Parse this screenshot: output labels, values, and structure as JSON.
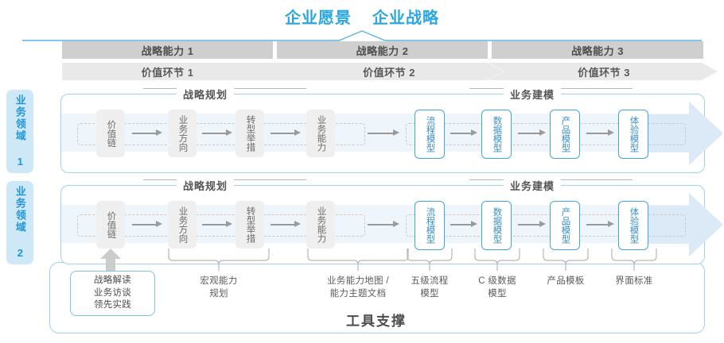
{
  "header": {
    "vision": "企业愿景",
    "strategy": "企业战略"
  },
  "capabilities": [
    {
      "label": "战略能力 1"
    },
    {
      "label": "战略能力 2"
    },
    {
      "label": "战略能力 3"
    }
  ],
  "value_chain": [
    {
      "label": "价值环节 1"
    },
    {
      "label": "价值环节 2"
    },
    {
      "label": "价值环节 3"
    }
  ],
  "domains": [
    {
      "label": "业务领域 1"
    },
    {
      "label": "业务领域 2"
    }
  ],
  "sections": {
    "planning": "战略规划",
    "modeling": "业务建模"
  },
  "nodes": {
    "planning": [
      {
        "label": "价值链",
        "style": "gray"
      },
      {
        "label": "业务方向",
        "style": "gray"
      },
      {
        "label": "转型举措",
        "style": "gray"
      },
      {
        "label": "业务能力",
        "style": "gray"
      }
    ],
    "modeling": [
      {
        "label": "流程模型",
        "style": "blue"
      },
      {
        "label": "数据模型",
        "style": "blue"
      },
      {
        "label": "产品模型",
        "style": "blue"
      },
      {
        "label": "体验模型",
        "style": "blue"
      }
    ]
  },
  "bottom_labels": [
    {
      "text": "战略解读\n业务访谈\n领先实践",
      "boxed": true
    },
    {
      "text": "宏观能力\n规划",
      "boxed": false
    },
    {
      "text": "业务能力地图 /\n能力主题文档",
      "boxed": false
    },
    {
      "text": "五级流程\n模型",
      "boxed": false
    },
    {
      "text": "C 级数据\n模型",
      "boxed": false
    },
    {
      "text": "产品模板",
      "boxed": false
    },
    {
      "text": "界面标准",
      "boxed": false
    }
  ],
  "tool_support": {
    "title": "工具支撑"
  },
  "colors": {
    "accent_blue": "#2aa7e0",
    "card_border": "#9dd2ee",
    "band": "#eef5fb",
    "cap_bar": "#cfcfcf",
    "vc_bar": "#e9e9e9",
    "node_gray": "#efefef",
    "node_blue_border": "#43a7de",
    "big_arrow": "#dbeaf6",
    "side_label_bg": "#cfe8f7"
  }
}
